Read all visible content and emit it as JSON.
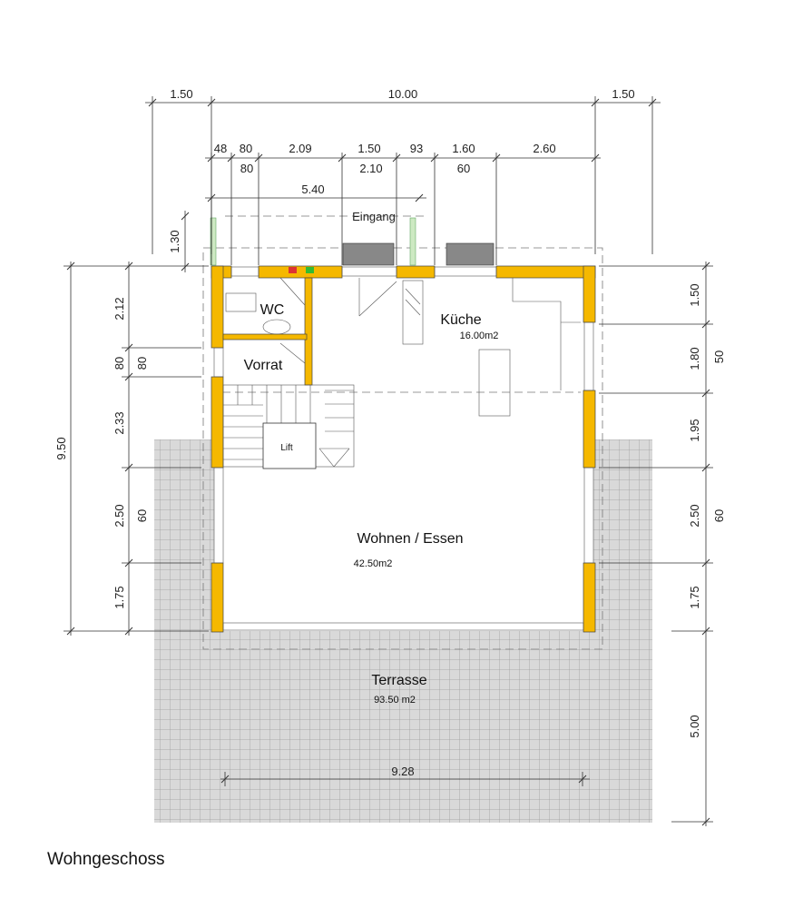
{
  "title": "Wohngeschoss",
  "colors": {
    "wall": "#f5b800",
    "paving": "#d9d9d9",
    "paving_grid": "#9e9e9e",
    "dimension": "#333333"
  },
  "rooms": {
    "wc": "WC",
    "vorrat": "Vorrat",
    "kueche": "Küche",
    "kueche_area": "16.00m2",
    "lift": "Lift",
    "wohnen": "Wohnen / Essen",
    "wohnen_area": "42.50m2",
    "terrasse": "Terrasse",
    "terrasse_area": "93.50  m2",
    "eingang": "Eingang"
  },
  "dimensions": {
    "top_total": [
      "1.50",
      "10.00",
      "1.50"
    ],
    "top_openings": [
      "48",
      "80",
      "2.09",
      "1.50",
      "93",
      "1.60",
      "2.60"
    ],
    "top_sub": [
      "80",
      "2.10",
      "60"
    ],
    "top_entry": "5.40",
    "entry_depth": "1.30",
    "left_total": "9.50",
    "left_segments": [
      "2.12",
      "80",
      "2.33",
      "2.50",
      "1.75"
    ],
    "left_heights": [
      "80",
      "60"
    ],
    "right_segments": [
      "1.50",
      "1.80",
      "1.95",
      "2.50",
      "1.75",
      "5.00"
    ],
    "right_heights": [
      "50",
      "60"
    ],
    "terrace_width": "9.28"
  }
}
